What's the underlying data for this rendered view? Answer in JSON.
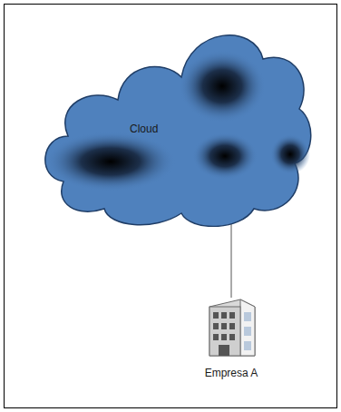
{
  "diagram": {
    "nodes": [
      {
        "text": [
          "Cloud"
        ]
      },
      {
        "text": [
          "Empresa A"
        ]
      }
    ],
    "edges": [
      {
        "from": 0,
        "to": 1,
        "arrow": "none"
      }
    ]
  }
}
